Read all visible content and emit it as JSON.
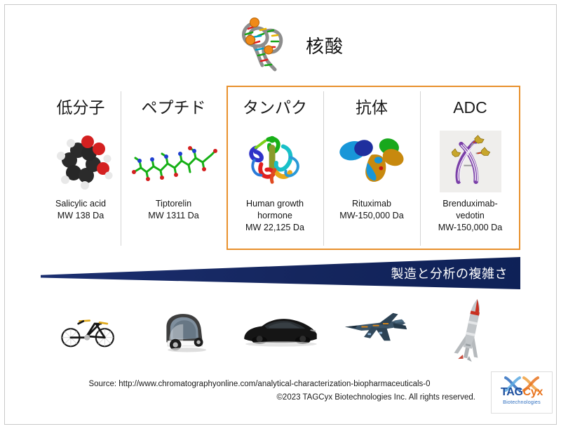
{
  "header": {
    "nucleic_label": "核酸",
    "nucleic_icon": "rna-strand-icon"
  },
  "categories": [
    {
      "title": "低分子",
      "figure_icon": "small-molecule-salicylic-acid-icon",
      "caption": "Salicylic acid\nMW 138 Da",
      "name": "Salicylic acid",
      "mw": "MW 138 Da",
      "highlighted": false
    },
    {
      "title": "ペプチド",
      "figure_icon": "peptide-chain-icon",
      "caption": "Tiptorelin\nMW 1311 Da",
      "name": "Tiptorelin",
      "mw": "MW 1311 Da",
      "highlighted": false
    },
    {
      "title": "タンパク",
      "figure_icon": "protein-ribbon-icon",
      "caption": "Human growth\nhormone\nMW 22,125 Da",
      "name": "Human growth hormone",
      "mw": "MW 22,125 Da",
      "highlighted": true
    },
    {
      "title": "抗体",
      "figure_icon": "antibody-surface-icon",
      "caption": "Rituximab\nMW-150,000 Da",
      "name": "Rituximab",
      "mw": "MW-150,000 Da",
      "highlighted": true
    },
    {
      "title": "ADC",
      "figure_icon": "adc-conjugate-icon",
      "caption": "Brenduximab-\nvedotin\nMW-150,000 Da",
      "name": "Brenduximab-vedotin",
      "mw": "MW-150,000 Da",
      "highlighted": true
    }
  ],
  "complexity_banner": {
    "label": "製造と分析の複雑さ",
    "color": "#15265e"
  },
  "vehicles": [
    {
      "icon": "bicycle-icon"
    },
    {
      "icon": "microcar-icon"
    },
    {
      "icon": "sports-car-icon"
    },
    {
      "icon": "fighter-jet-icon"
    },
    {
      "icon": "rocket-icon"
    }
  ],
  "footer": {
    "source": "Source: http://www.chromatographyonline.com/analytical-characterization-biopharmaceuticals-0",
    "copyright": "©2023 TAGCyx Biotechnologies Inc. All rights reserved."
  },
  "logo": {
    "word_tag": "TAG",
    "word_cyx": "Cyx",
    "subtitle": "Biotechnologies",
    "accent_blue": "#1d4f9e",
    "accent_orange": "#e8731e"
  },
  "colors": {
    "highlight_border": "#e8902c",
    "banner_navy": "#15265e",
    "divider": "#d4d4d4",
    "frame": "#c9c9c9"
  }
}
